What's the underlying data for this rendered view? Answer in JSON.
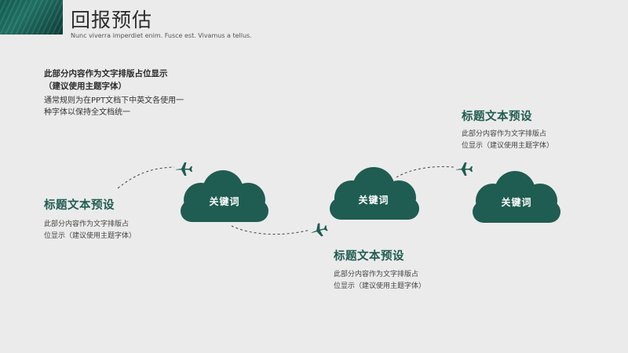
{
  "header": {
    "title": "回报预估",
    "subtitle": "Nunc viverra imperdiet enim. Fusce est. Vivamus a tellus."
  },
  "intro": {
    "title_line1": "此部分内容作为文字排版占位显示",
    "title_line2": "（建议使用主题字体）",
    "body_line1": "通常规则为在PPT文档下中英文各使用一",
    "body_line2": "种字体以保持全文档统一"
  },
  "blocks": [
    {
      "title": "标题文本预设",
      "line1": "此部分内容作为文字排版占",
      "line2": "位显示（建议使用主题字体）"
    },
    {
      "title": "标题文本预设",
      "line1": "此部分内容作为文字排版占",
      "line2": "位显示（建议使用主题字体）"
    },
    {
      "title": "标题文本预设",
      "line1": "此部分内容作为文字排版占",
      "line2": "位显示（建议使用主题字体）"
    }
  ],
  "clouds": [
    {
      "label": "关键词"
    },
    {
      "label": "关键词"
    },
    {
      "label": "关键词"
    }
  ],
  "colors": {
    "accent": "#1f5c51",
    "background": "#ebebeb"
  },
  "icons": [
    "airplane-icon"
  ]
}
